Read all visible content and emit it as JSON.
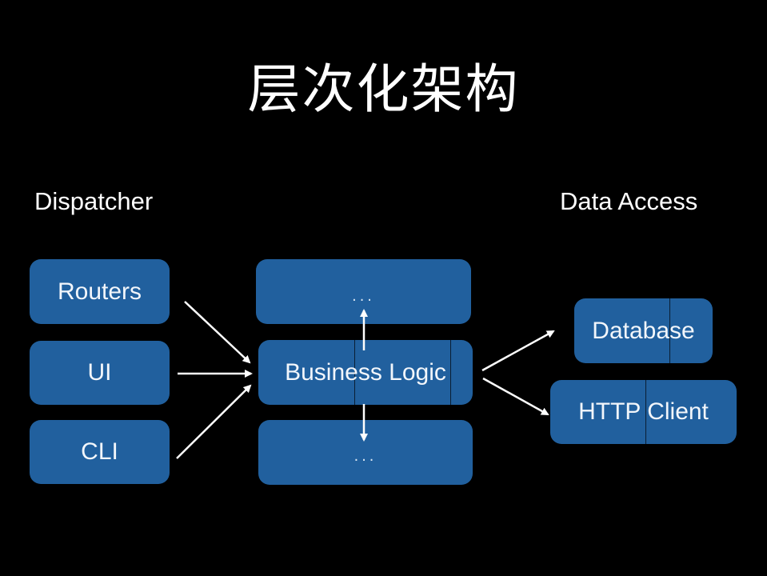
{
  "title": "层次化架构",
  "sections": {
    "dispatcher": "Dispatcher",
    "data_access": "Data Access"
  },
  "dispatcher_boxes": [
    {
      "label": "Routers"
    },
    {
      "label": "UI"
    },
    {
      "label": "CLI"
    }
  ],
  "logic_boxes": {
    "upper": "...",
    "main": "Business Logic",
    "lower": "..."
  },
  "data_access_boxes": [
    {
      "label": "Database"
    },
    {
      "label": "HTTP Client"
    }
  ],
  "colors": {
    "background": "#000000",
    "box_fill": "#21609e",
    "text": "#ffffff",
    "arrow": "#ffffff"
  }
}
